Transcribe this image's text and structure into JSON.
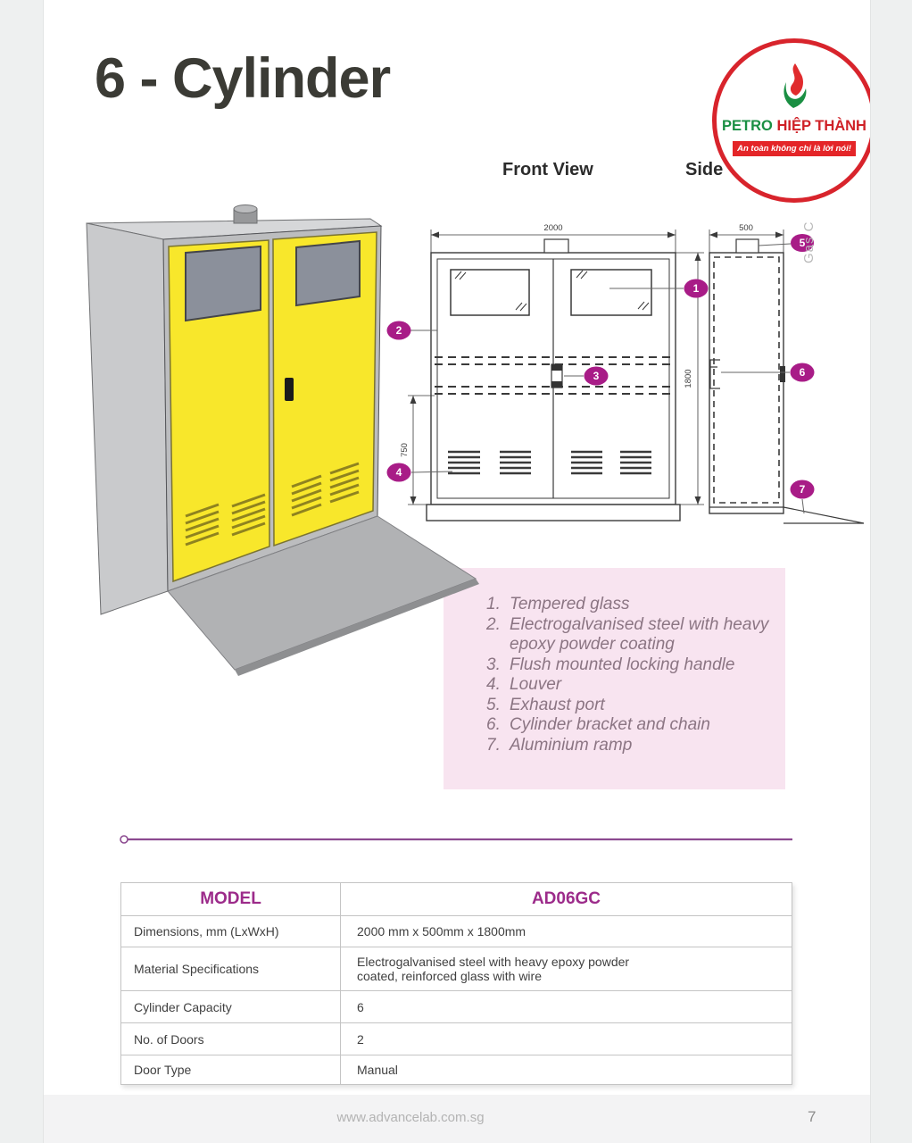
{
  "page": {
    "title": "6 - Cylinder",
    "footer_url": "www.advancelab.com.sg",
    "page_number": "7",
    "vertical_text": "Gas C"
  },
  "logo": {
    "name_green": "PETRO",
    "name_red": "HIỆP THÀNH",
    "tagline": "An toàn không chỉ là lời nói!"
  },
  "views": {
    "front_label": "Front View",
    "side_label": "Side View"
  },
  "dimensions": {
    "width": "2000",
    "height": "1800",
    "louver": "750",
    "depth": "500"
  },
  "callouts": [
    "1",
    "2",
    "3",
    "4",
    "5",
    "6",
    "7"
  ],
  "parts_list": [
    {
      "num": "1.",
      "text": "Tempered glass"
    },
    {
      "num": "2.",
      "text": "Electrogalvanised steel with heavy epoxy powder coating"
    },
    {
      "num": "3.",
      "text": "Flush mounted locking handle"
    },
    {
      "num": "4.",
      "text": "Louver"
    },
    {
      "num": "5.",
      "text": "Exhaust port"
    },
    {
      "num": "6.",
      "text": "Cylinder bracket and chain"
    },
    {
      "num": "7.",
      "text": "Aluminium ramp"
    }
  ],
  "spec_table": {
    "headers": [
      "MODEL",
      "AD06GC"
    ],
    "rows": [
      {
        "label": "Dimensions, mm (LxWxH)",
        "value": "2000 mm x 500mm x 1800mm",
        "value2": ""
      },
      {
        "label": "Material Specifications",
        "value": "Electrogalvanised steel with heavy epoxy powder",
        "value2": "coated, reinforced glass with wire"
      },
      {
        "label": "Cylinder Capacity",
        "value": "6",
        "value2": ""
      },
      {
        "label": "No. of Doors",
        "value": "2",
        "value2": ""
      },
      {
        "label": "Door Type",
        "value": "Manual",
        "value2": ""
      }
    ]
  },
  "colors": {
    "accent_magenta": "#a81c87",
    "table_header": "#9c2b8a",
    "logo_red": "#d8242c",
    "logo_green": "#1a8f43",
    "pink_panel": "#f8e4f0",
    "door_yellow": "#f8e72b"
  }
}
